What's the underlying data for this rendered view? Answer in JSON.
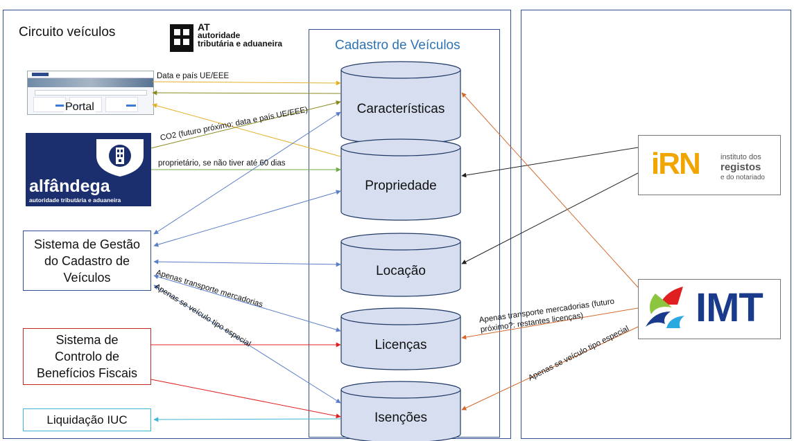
{
  "left_panel": {
    "title": "Circuito veículos"
  },
  "at_logo": {
    "line1": "AT",
    "line2": "autoridade",
    "line3": "tributária e aduaneira"
  },
  "registry": {
    "title": "Cadastro de Veículos",
    "databases": [
      "Características",
      "Propriedade",
      "Locação",
      "Licenças",
      "Isenções"
    ]
  },
  "sources": {
    "portal": "Portal",
    "alfandega": {
      "name": "alfândega",
      "tagline": "autoridade tributária e aduaneira"
    },
    "sgcv": "Sistema de Gestão do Cadastro de Veículos",
    "scbf": "Sistema de Controlo de Benefícios Fiscais",
    "iuc": "Liquidação IUC"
  },
  "external": {
    "irn": {
      "mark": "iRN",
      "line1": "instituto dos",
      "line2": "registos",
      "line3": "e do notariado"
    },
    "imt": {
      "mark": "IMT"
    }
  },
  "arrow_labels": {
    "portal_data": "Data e país UE/EEE",
    "co2": "CO2 (futuro próximo: data e país UE/EEE)",
    "proprietario": "proprietário, se não tiver até 60 dias",
    "sgcv_transport": "Apenas transporte mercadorias",
    "sgcv_special": "Apenas se veículo tipo especial",
    "imt_transport": "Apenas transporte mercadorias (futuro próximo?: restantes licenças)",
    "imt_special": "Apenas se veículo tipo especial"
  },
  "colors": {
    "frame": "#2f4f8f",
    "db_fill": "#d6def0",
    "db_stroke": "#1f3864",
    "portal_arrow": "#e3b12a",
    "alfandega_arrow": "#8a8a1e",
    "green_arrow": "#70ad47",
    "blue_arrow": "#5b7fc7",
    "black_arrow": "#222222",
    "red_arrow": "#e02020",
    "cyan_arrow": "#3fb7d4",
    "orange_arrow": "#d26a2a",
    "imt_blue": "#1a3a8c",
    "irn_orange": "#f0a500"
  }
}
